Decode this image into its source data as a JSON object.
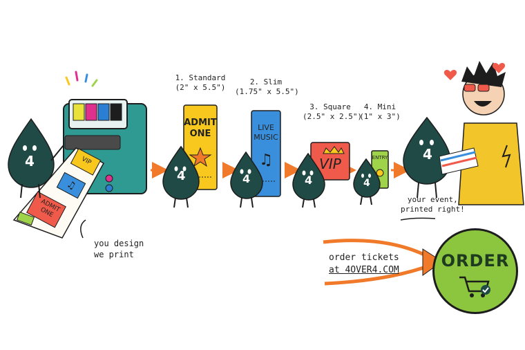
{
  "mascot_number": "4",
  "sizes": [
    {
      "title": "1. Standard",
      "dims": "(2\" x 5.5\")",
      "ticket_text": [
        "ADMIT",
        "ONE"
      ]
    },
    {
      "title": "2. Slim",
      "dims": "(1.75\" x 5.5\")",
      "ticket_text": [
        "LIVE",
        "MUSIC"
      ]
    },
    {
      "title": "3. Square",
      "dims": "(2.5\" x 2.5\")",
      "ticket_text": [
        "VIP"
      ]
    },
    {
      "title": "4. Mini",
      "dims": "(1\" x 3\")",
      "ticket_text": [
        "ENTRY"
      ]
    }
  ],
  "printer_strip": {
    "ticket1": [
      "ADMIT",
      "ONE"
    ],
    "ticket2": "VIP"
  },
  "caption_left": [
    "you design",
    "we print"
  ],
  "caption_right": [
    "your event,",
    "printed right!"
  ],
  "order_note": [
    "order tickets",
    "at 4OVER4.COM"
  ],
  "order_button": "ORDER",
  "colors": {
    "mascot": "#1f4a45",
    "printer": "#2f9a92",
    "arrow": "#f07a2a",
    "ticket_yellow": "#f8c81e",
    "ticket_blue": "#3a8fdc",
    "ticket_red": "#f05a4a",
    "ticket_green": "#9ed34a",
    "order_green": "#8cc63f",
    "hoodie": "#f2c52a"
  }
}
